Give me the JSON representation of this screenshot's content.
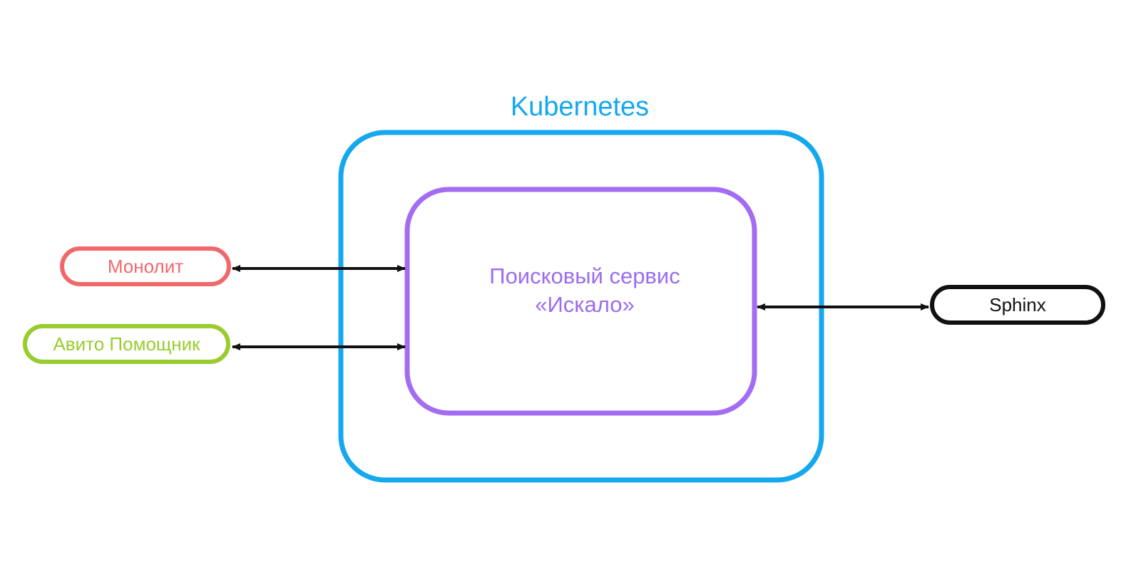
{
  "kubernetes": {
    "title": "Kubernetes",
    "color": "#14a8ef"
  },
  "service": {
    "line1": "Поисковый сервис",
    "line2": "«Искало»",
    "color": "#9b6cf0"
  },
  "nodes": {
    "monolith": {
      "label": "Монолит",
      "color": "#f0696a"
    },
    "avito_assistant": {
      "label": "Авито Помощник",
      "color": "#99cc2d"
    },
    "sphinx": {
      "label": "Sphinx",
      "color": "#111111"
    }
  },
  "connections": [
    {
      "from": "monolith",
      "to": "service",
      "direction": "bidirectional"
    },
    {
      "from": "avito_assistant",
      "to": "service",
      "direction": "bidirectional"
    },
    {
      "from": "service",
      "to": "sphinx",
      "direction": "bidirectional"
    }
  ]
}
